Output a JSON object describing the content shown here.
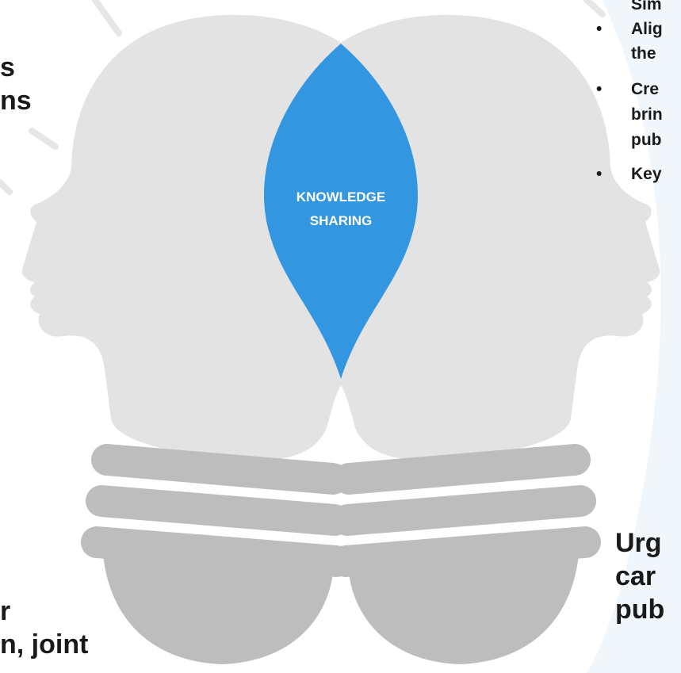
{
  "diagram": {
    "center_label": [
      "KNOWLEDGE",
      "SHARING"
    ],
    "left_text_top": [
      "s",
      "ns"
    ],
    "left_text_bottom": [
      "r",
      "n, joint"
    ],
    "right_bullets": [
      {
        "bullet": "",
        "lines": [
          "Sim"
        ]
      },
      {
        "bullet": "•",
        "lines": [
          "Alig",
          "the"
        ]
      },
      {
        "bullet": "•",
        "lines": [
          "Cre",
          "brin",
          "pub"
        ]
      },
      {
        "bullet": "•",
        "lines": [
          "Key"
        ]
      }
    ],
    "right_text_bottom": [
      "Urg",
      "car",
      "pub"
    ],
    "colors": {
      "head": "#e3e3e3",
      "base": "#bdbdbd",
      "overlap": "#3396e0",
      "rays": "#e6e6e6",
      "background_accent": "#f1f6fb",
      "text": "#1a1a1a"
    }
  }
}
